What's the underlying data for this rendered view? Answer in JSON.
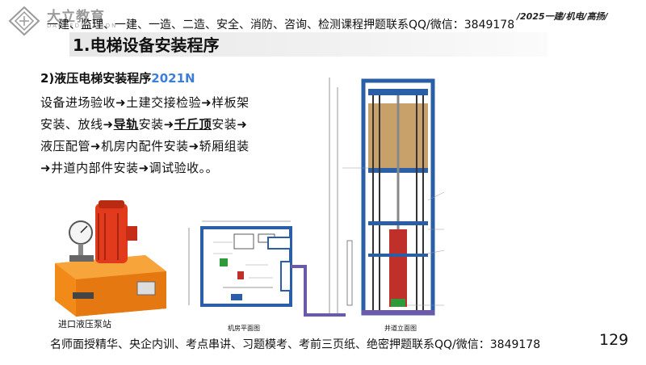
{
  "logo": {
    "cn": "大立教育",
    "en": "DALI EDUCATION"
  },
  "banner": "一建、监理、一建、一造、二造、安全、消防、咨询、检测课程押题联系QQ/微信：3849178",
  "top_right_tag": "/2025一建/机电/高扬/",
  "title": "1.电梯设备安装程序",
  "subtitle": {
    "text": "2)液压电梯安装程序",
    "year": "2021N"
  },
  "steps": {
    "l1": "设备进场验收➜土建交接检验➜样板架",
    "l2a": "安装、放线➜",
    "l2b": "导轨",
    "l2c": "安装➜",
    "l2d": "千斤顶",
    "l2e": "安装➜",
    "l3": "液压配管➜机房内配件安装➜轿厢组装",
    "l4": "➜井道内部件安装➜调试验收。。"
  },
  "pump_caption": "进口液压泵站",
  "plan_caption": "机房平面图",
  "section_caption": "井道立面图",
  "footer": "名师面授精华、央企内训、考点串讲、习题模考、考前三页纸、绝密押题联系QQ/微信：3849178",
  "page_number": "129",
  "colors": {
    "accent_blue": "#3d7fd8",
    "frame_blue": "#2a5fa8",
    "pump_red": "#e23a1c",
    "pump_orange": "#f28a1a",
    "cabin_brown": "#c8a06a"
  }
}
